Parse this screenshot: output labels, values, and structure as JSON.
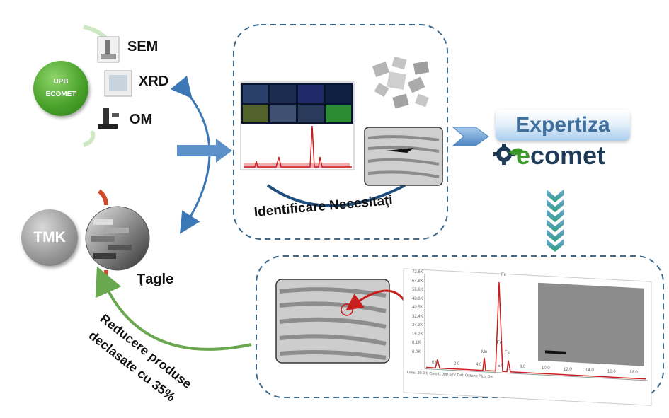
{
  "left": {
    "upb_line1": "UPB",
    "upb_line2": "ECOMET",
    "sem": "SEM",
    "xrd": "XRD",
    "om": "OM",
    "tmk": "TMK",
    "tagle": "Ţagle"
  },
  "top_panel": {
    "caption": "Identificare Necesitaţi"
  },
  "right": {
    "expertiza": "Expertiza",
    "brand_e": "e",
    "brand_rest": "comet"
  },
  "bottom": {
    "reduction_line1": "Reducere produse",
    "reduction_line2": "declasate cu 35%"
  },
  "spectrum": {
    "y_ticks": [
      "72.6K",
      "64.8K",
      "56.6K",
      "48.6K",
      "40.5K",
      "32.4K",
      "24.3K",
      "16.2K",
      "8.1K",
      "0.0K"
    ],
    "x_ticks": [
      "0.0",
      "2.0",
      "4.0",
      "6.0",
      "8.0",
      "10.0",
      "12.0",
      "14.0",
      "16.0",
      "18.0"
    ],
    "peak_labels": [
      "Fe",
      "Fe",
      "Fe",
      "Mn"
    ],
    "footer": "Lsec: 30.0  0 Cnts  0.000 keV  Det: Octane Plus  Det"
  },
  "colors": {
    "dash_border": "#3e6a8e",
    "arrow_blue": "#4f86c2",
    "green_arrow": "#6aa84f",
    "red_peak": "#c81e1e",
    "chevron": "#2a9d7c"
  }
}
